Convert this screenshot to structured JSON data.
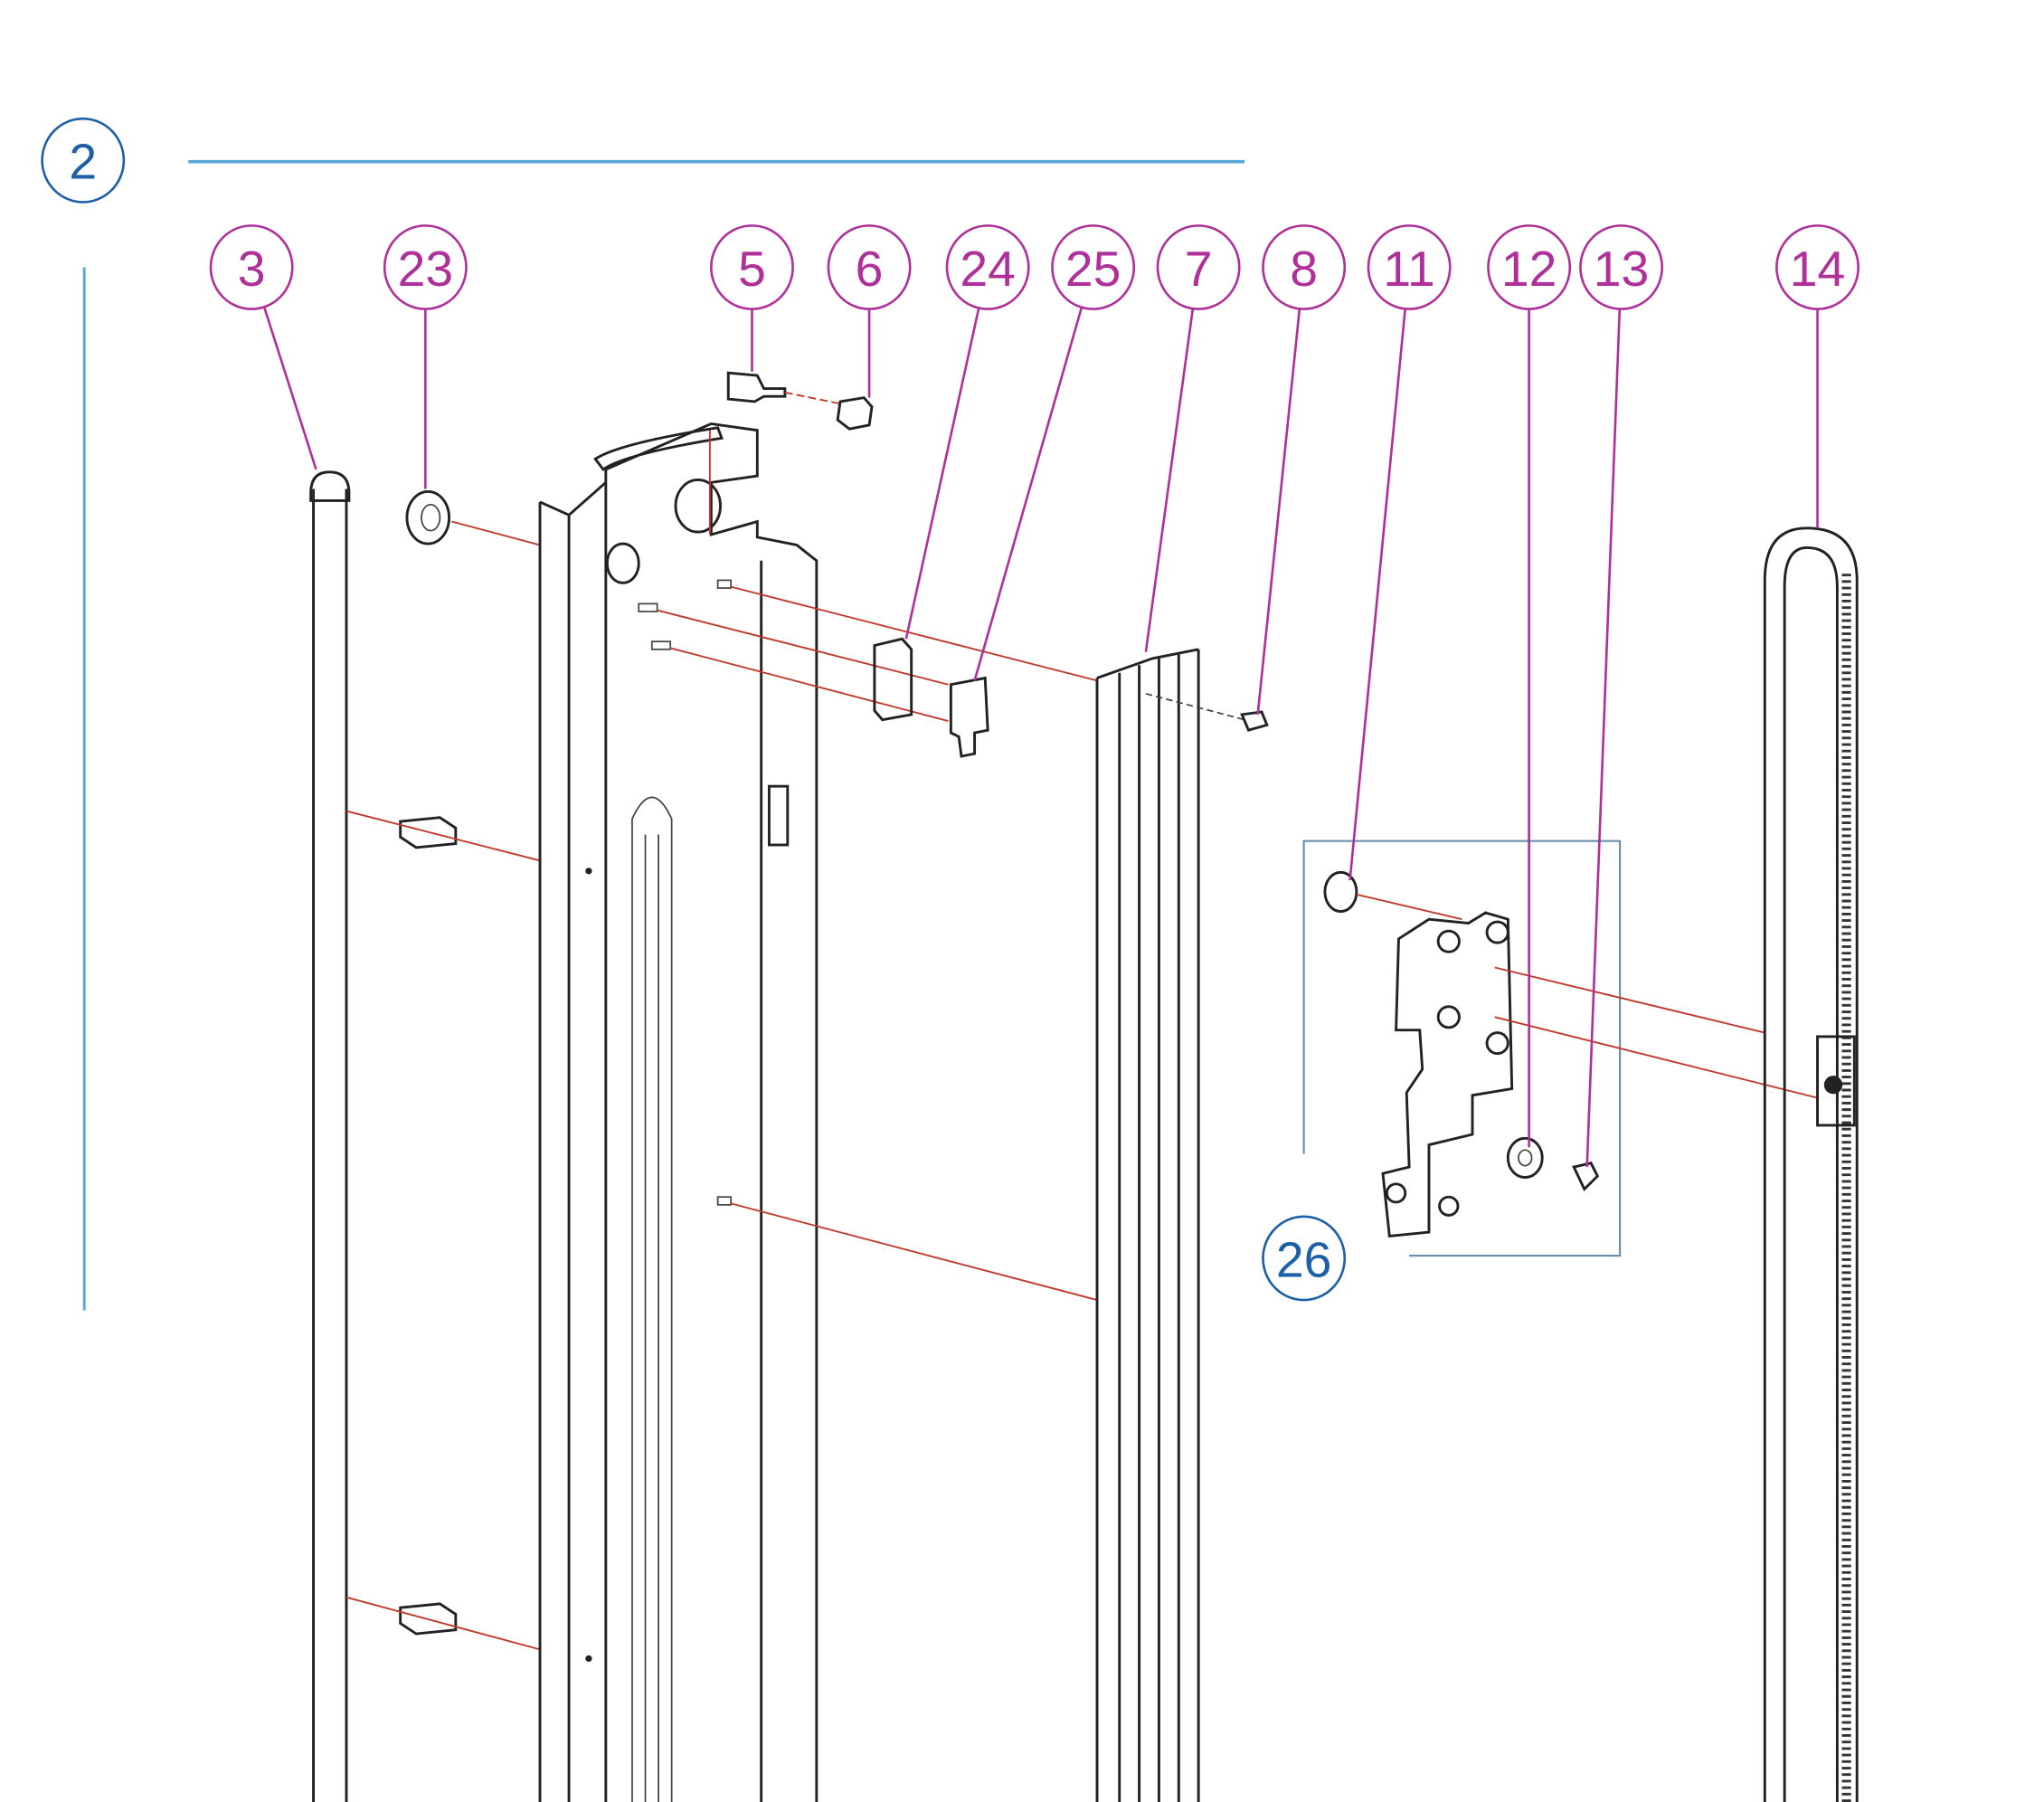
{
  "colors": {
    "callout": "#b0309a",
    "group": "#1d5fa8",
    "group_line": "#5aa8d8",
    "explode_line": "#c0392b"
  },
  "group_callouts": [
    {
      "label": "2"
    },
    {
      "label": "26"
    }
  ],
  "callouts": [
    {
      "label": "3"
    },
    {
      "label": "23"
    },
    {
      "label": "5"
    },
    {
      "label": "6"
    },
    {
      "label": "24"
    },
    {
      "label": "25"
    },
    {
      "label": "7"
    },
    {
      "label": "8"
    },
    {
      "label": "11"
    },
    {
      "label": "12"
    },
    {
      "label": "13"
    },
    {
      "label": "14"
    }
  ]
}
